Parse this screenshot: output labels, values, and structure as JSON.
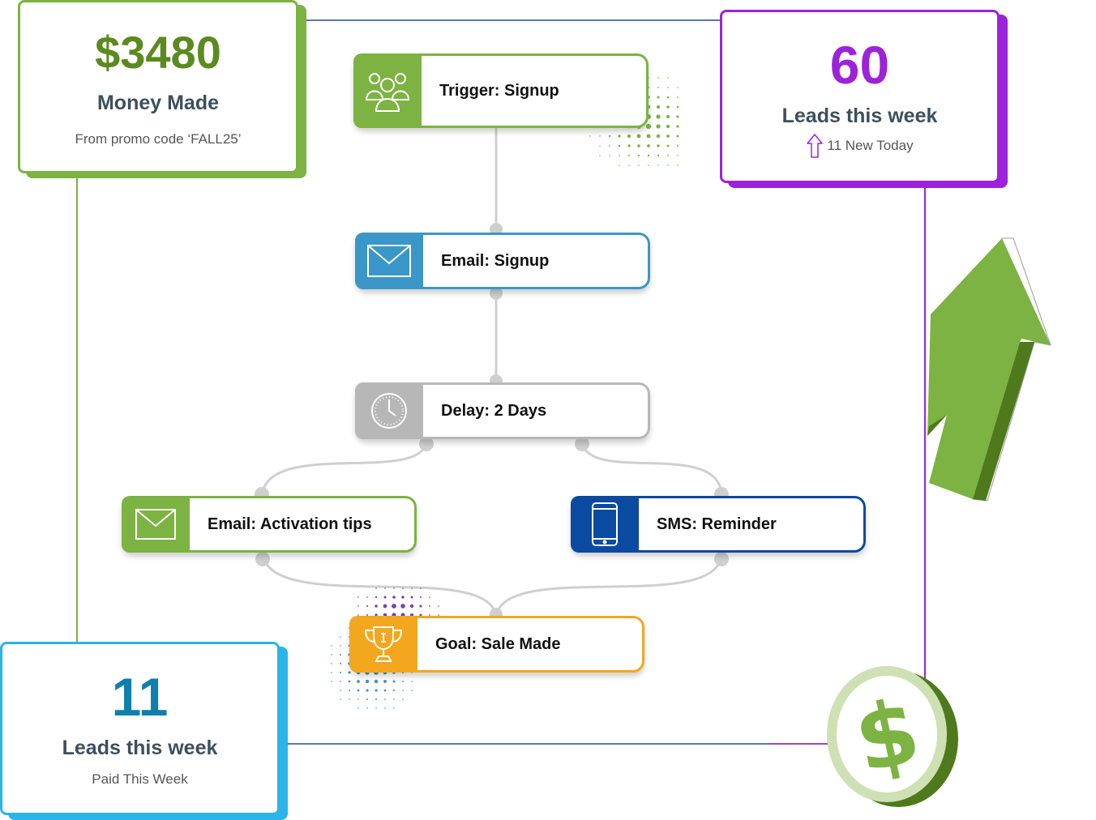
{
  "stats": {
    "money": {
      "value": "$3480",
      "label": "Money Made",
      "sub": "From promo code ‘FALL25’"
    },
    "leads": {
      "value": "60",
      "label": "Leads this week",
      "sub": "11 New Today"
    },
    "paid": {
      "value": "11",
      "label": "Leads this week",
      "sub": "Paid This Week"
    }
  },
  "workflow": {
    "trigger": {
      "label": "Trigger: Signup",
      "icon": "people-icon"
    },
    "email_signup": {
      "label": "Email: Signup",
      "icon": "envelope-icon"
    },
    "delay": {
      "label": "Delay: 2 Days",
      "icon": "clock-icon"
    },
    "email_tips": {
      "label": "Email: Activation tips",
      "icon": "envelope-icon"
    },
    "sms": {
      "label": "SMS: Reminder",
      "icon": "smartphone-icon"
    },
    "goal": {
      "label": "Goal: Sale Made",
      "icon": "trophy-icon"
    }
  },
  "colors": {
    "green": "#7cb342",
    "purple": "#9d22d9",
    "cyan": "#2ab4e8",
    "blue": "#3a97c7",
    "gray": "#b7b7b7",
    "navy": "#0b4aa1",
    "orange": "#f3a71e"
  },
  "decorations": [
    "up-arrow-icon",
    "dollar-coin-icon"
  ]
}
